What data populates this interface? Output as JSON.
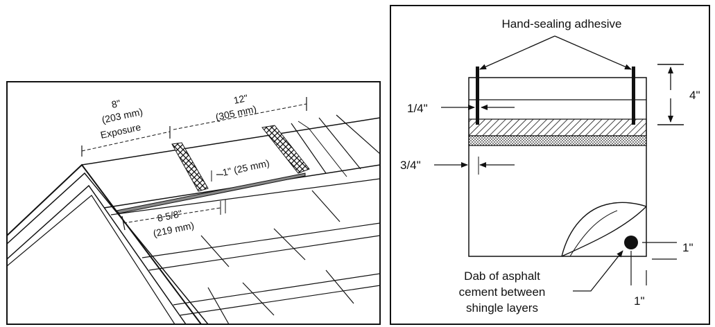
{
  "left_panel": {
    "exposure": {
      "inches": "8\"",
      "mm": "(203 mm)",
      "word": "Exposure"
    },
    "width": {
      "inches": "12\"",
      "mm": "(305 mm)"
    },
    "gap": {
      "label": "1\" (25 mm)"
    },
    "overhang": {
      "inches": "8 5/8\"",
      "mm": "(219 mm)"
    }
  },
  "right_panel": {
    "adhesive_label": "Hand-sealing adhesive",
    "dim_top_inset": "1/4\"",
    "dim_lower_inset": "3/4\"",
    "dim_height": "4\"",
    "dim_dab_vertical": "1\"",
    "dim_dab_horizontal": "1\"",
    "dab_note": [
      "Dab of asphalt",
      "cement between",
      "shingle layers"
    ]
  }
}
